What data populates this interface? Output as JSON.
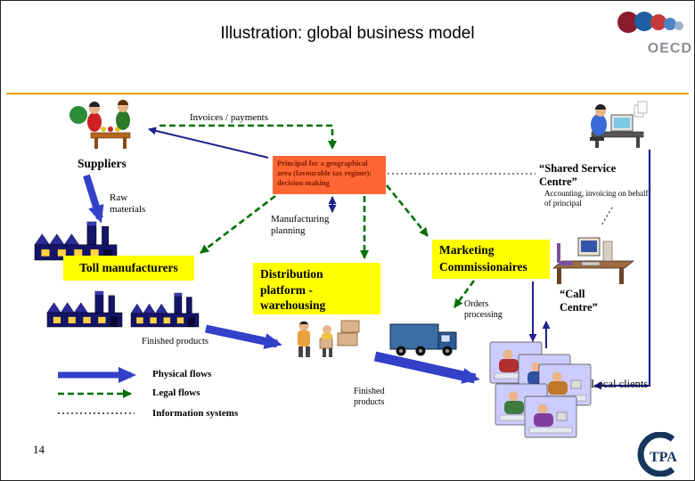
{
  "slide": {
    "title": "Illustration: global business model",
    "page_number": "14"
  },
  "logos": {
    "oecd_text": "OECD",
    "ctpa_text": "TPA"
  },
  "nodes": {
    "suppliers": "Suppliers",
    "principal": "Principal for a geographical area (favourable tax regime): decision making",
    "shared_service_centre": "“Shared Service\nCentre”",
    "shared_service_desc": "Accounting, invoicing on behalf of principal",
    "toll_manufacturers": "Toll manufacturers",
    "distribution_platform": "Distribution\nplatform -\nwarehousing",
    "marketing_commissionaires": "Marketing\nCommissionaires",
    "call_centre": "“Call\nCentre”",
    "local_clients": "Local clients"
  },
  "flows": {
    "invoices_payments": "Invoices / payments",
    "raw_materials": "Raw\nmaterials",
    "manufacturing_planning": "Manufacturing\nplanning",
    "orders_processing": "Orders\nprocessing",
    "finished_products_left": "Finished products",
    "finished_products_right": "Finished\nproducts"
  },
  "legend": {
    "physical": "Physical flows",
    "legal": "Legal flows",
    "information": "Information systems"
  },
  "colors": {
    "accent_line": "#F2A000",
    "principal_bg": "#FF6633",
    "highlight_bg": "#FFFF00",
    "physical_flow": "#3340C8",
    "legal_flow": "#007000",
    "information_flow": "#333333",
    "navy_flow": "#20208F"
  }
}
